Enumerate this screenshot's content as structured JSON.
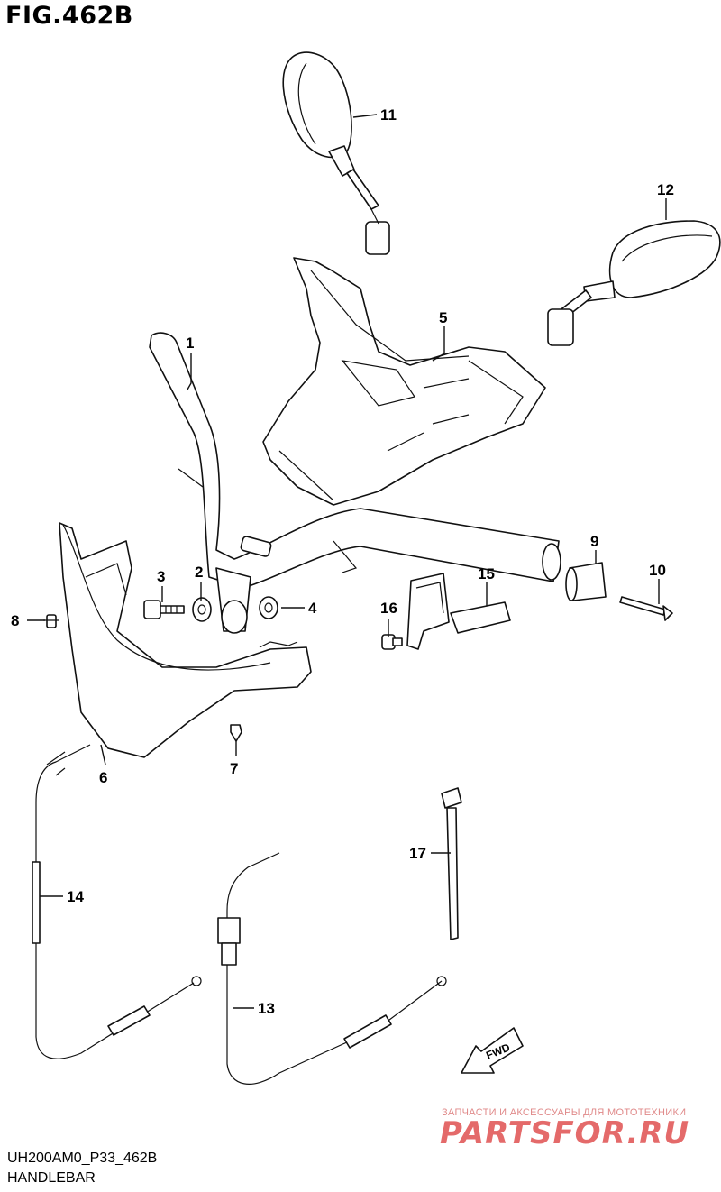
{
  "figure": {
    "title": "FIG.462B",
    "code": "UH200AM0_P33_462B",
    "name": "HANDLEBAR"
  },
  "callouts": [
    {
      "id": "1",
      "text": "1"
    },
    {
      "id": "2",
      "text": "2"
    },
    {
      "id": "3",
      "text": "3"
    },
    {
      "id": "4",
      "text": "4"
    },
    {
      "id": "5",
      "text": "5"
    },
    {
      "id": "6",
      "text": "6"
    },
    {
      "id": "7",
      "text": "7"
    },
    {
      "id": "8",
      "text": "8"
    },
    {
      "id": "9",
      "text": "9"
    },
    {
      "id": "10",
      "text": "10"
    },
    {
      "id": "11",
      "text": "11"
    },
    {
      "id": "12",
      "text": "12"
    },
    {
      "id": "13",
      "text": "13"
    },
    {
      "id": "14",
      "text": "14"
    },
    {
      "id": "15",
      "text": "15"
    },
    {
      "id": "16",
      "text": "16"
    },
    {
      "id": "17",
      "text": "17"
    }
  ],
  "fwd_label": "FWD",
  "watermark": {
    "text": "ЗАПЧАСТИ И АКСЕССУАРЫ ДЛЯ МОТОТЕХНИКИ",
    "logo": "PARTSFOR.RU"
  }
}
